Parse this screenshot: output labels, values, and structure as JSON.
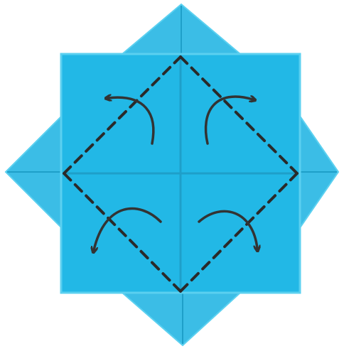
{
  "diagram": {
    "kind": "origami-fold-instruction",
    "shape": "square with four triangular flaps behind (eight-pointed star)",
    "colors": {
      "paper_front": "#22b8e6",
      "paper_back": "#3bbde6",
      "crease": "#1e9fc9",
      "fold_line": "#2a2a2a",
      "arrow": "#333333",
      "edge_outline": "#5bd0f0"
    },
    "fold_lines": [
      "top-to-right",
      "right-to-bottom",
      "bottom-to-left",
      "left-to-top"
    ],
    "fold_line_style": "dashed",
    "arrows": [
      {
        "quadrant": "top-left",
        "direction": "up-left"
      },
      {
        "quadrant": "top-right",
        "direction": "up-right"
      },
      {
        "quadrant": "bottom-left",
        "direction": "down-left"
      },
      {
        "quadrant": "bottom-right",
        "direction": "down-right"
      }
    ]
  }
}
